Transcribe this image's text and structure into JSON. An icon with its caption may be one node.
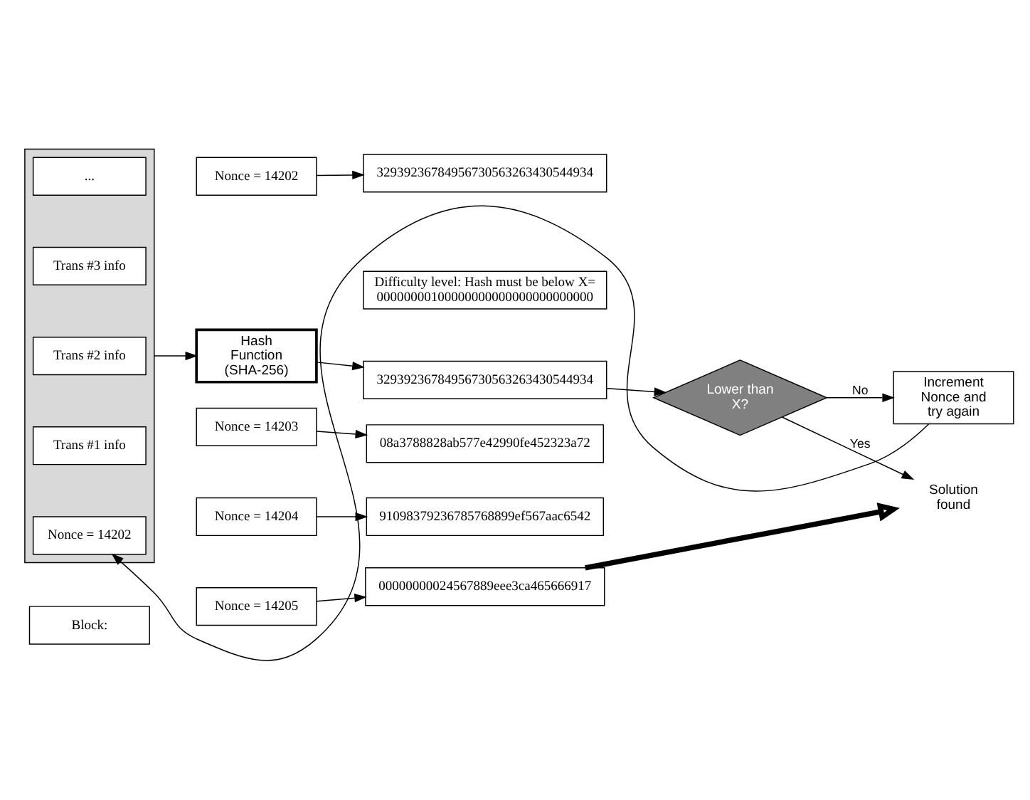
{
  "diagram": {
    "nodes": [
      {
        "text": [
          "Block:"
        ]
      },
      {
        "text": [],
        "shape": "box"
      },
      {
        "text": [
          "Nonce = 14202"
        ],
        "in": 1
      },
      {
        "text": [
          "Trans #1 info"
        ],
        "in": 1
      },
      {
        "text": [
          "Trans #2 info"
        ],
        "in": 1
      },
      {
        "text": [
          "Trans #3 info"
        ],
        "in": 1
      },
      {
        "text": [
          "..."
        ],
        "in": 1
      },
      {
        "text": [
          "Hash Function (SHA-256)"
        ]
      },
      {
        "text": [
          "32939236784956730563263430544934"
        ]
      },
      {
        "text": [
          "Lower than X?"
        ]
      },
      {
        "text": [
          "Increment Nonce and try again"
        ]
      },
      {
        "text": [
          "Difficulty level: Hash must be below X= 00000000100000000000000000000000"
        ]
      },
      {
        "text": [
          "Nonce = 14202"
        ]
      },
      {
        "text": [
          "Nonce = 14203"
        ]
      },
      {
        "text": [
          "Nonce = 14204"
        ]
      },
      {
        "text": [
          "Nonce = 14205"
        ]
      },
      {
        "text": [
          "32939236784956730563263430544934"
        ]
      },
      {
        "text": [
          "08a3788828ab577e42990fe452323a72"
        ]
      },
      {
        "text": [
          "91098379236785768899ef567aac6542"
        ]
      },
      {
        "text": [
          "00000000024567889eee3ca465666917"
        ]
      },
      {
        "text": [
          "Solution found"
        ]
      }
    ],
    "edges": [
      {
        "from": 1,
        "to": 7,
        "arrow": "to"
      },
      {
        "from": 7,
        "to": 8,
        "arrow": "to"
      },
      {
        "from": 8,
        "to": 9,
        "arrow": "to"
      },
      {
        "from": 9,
        "to": 10,
        "arrow": "to",
        "label": "No"
      },
      {
        "from": 10,
        "to": 2,
        "arrow": "to"
      },
      {
        "from": 9,
        "to": 20,
        "arrow": "to",
        "label": "Yes"
      },
      {
        "from": 12,
        "to": 16,
        "arrow": "to"
      },
      {
        "from": 13,
        "to": 17,
        "arrow": "to"
      },
      {
        "from": 14,
        "to": 18,
        "arrow": "to"
      },
      {
        "from": 15,
        "to": 19,
        "arrow": "to"
      },
      {
        "from": 19,
        "to": 20,
        "arrow": "to",
        "style": "thick"
      }
    ]
  }
}
